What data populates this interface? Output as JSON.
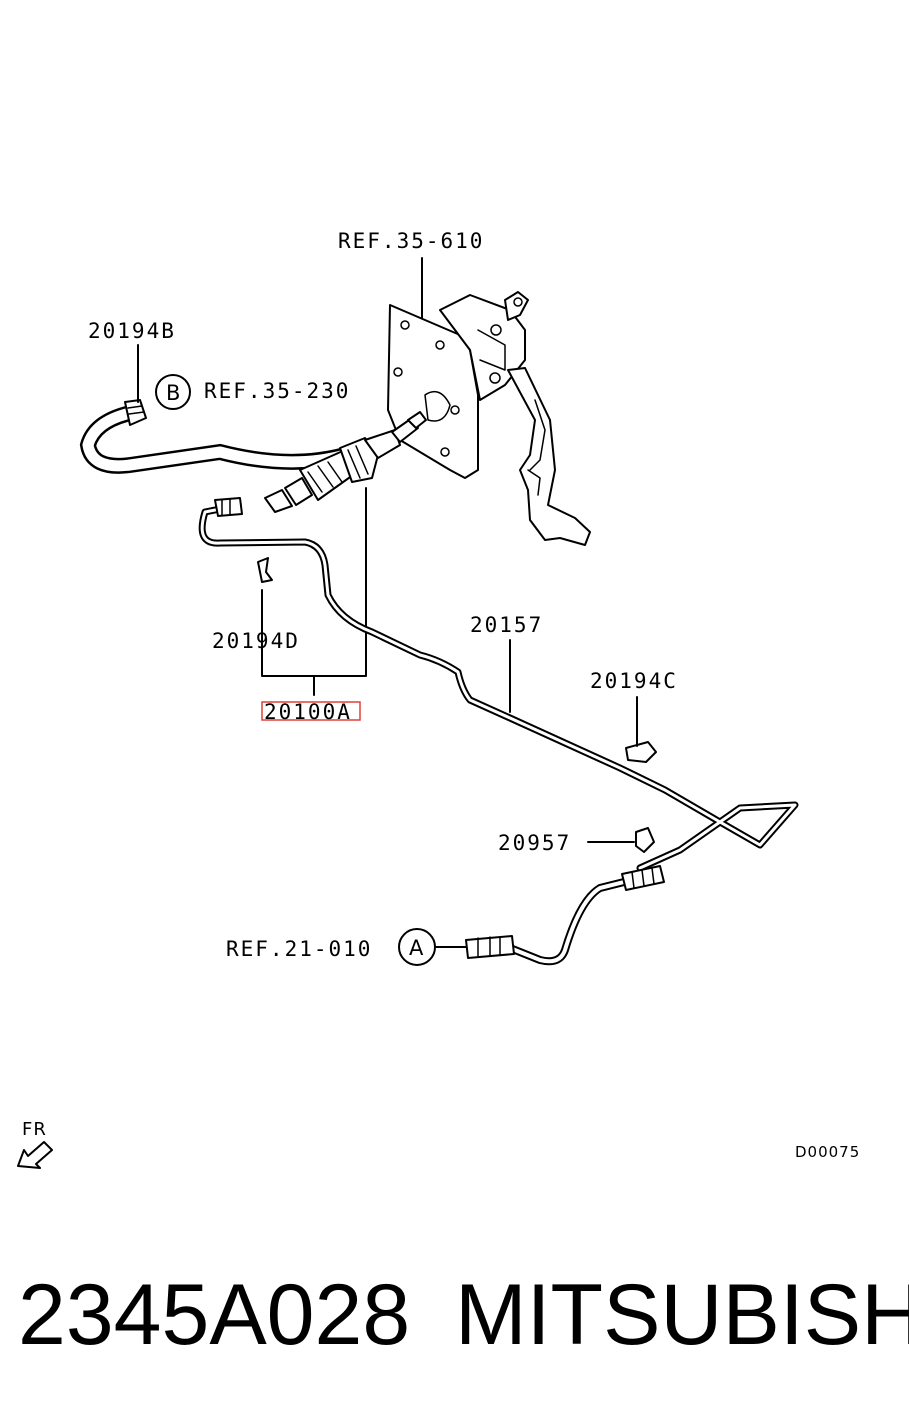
{
  "labels": {
    "ref_35_610": "REF.35-610",
    "p_20194B": "20194B",
    "ref_35_230": "REF.35-230",
    "circle_B": "B",
    "p_20194D": "20194D",
    "p_20100A": "20100A",
    "p_20157": "20157",
    "p_20194C": "20194C",
    "p_20957": "20957",
    "ref_21_010": "REF.21-010",
    "circle_A": "A",
    "fr": "FR",
    "diagram_code": "D00075"
  },
  "highlight": {
    "part": "20100A",
    "color": "#e0403a"
  },
  "footer": {
    "part_number": "2345A028",
    "brand": "MITSUBISHI"
  }
}
